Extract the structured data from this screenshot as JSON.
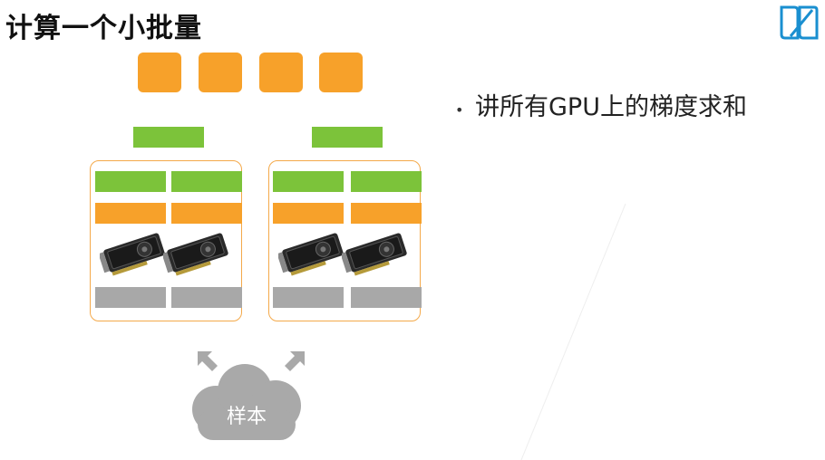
{
  "slide": {
    "title": "计算一个小批量",
    "bullet": "讲所有GPU上的梯度求和",
    "cloud_label": "样本"
  },
  "colors": {
    "orange": "#f7a12a",
    "green": "#7cc33a",
    "gray": "#a8a8a8",
    "border": "#f4a94a",
    "logo": "#1a8fd0",
    "cloud": "#a9a9a9"
  },
  "icons": [
    "logo-icon",
    "gpu-card-icon",
    "arrow-up-icon",
    "cloud-icon"
  ]
}
